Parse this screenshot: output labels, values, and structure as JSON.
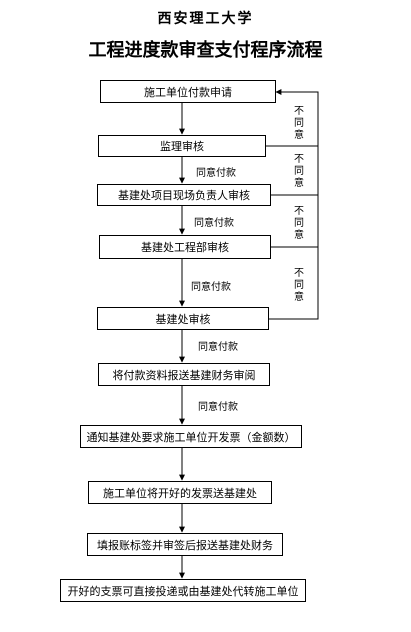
{
  "header": {
    "university": "西安理工大学",
    "title": "工程进度款审查支付程序流程"
  },
  "steps": [
    "施工单位付款申请",
    "监理审核",
    "基建处项目现场负责人审核",
    "基建处工程部审核",
    "基建处审核",
    "将付款资料报送基建财务审阅",
    "通知基建处要求施工单位开发票（金额数）",
    "施工单位将开好的发票送基建处",
    "填报账标签并审签后报送基建处财务",
    "开好的支票可直接投递或由基建处代转施工单位"
  ],
  "approve_labels": [
    "同意付款",
    "同意付款",
    "同意付款",
    "同意付款",
    "同意付款"
  ],
  "reject_labels": [
    "不同意",
    "不同意",
    "不同意",
    "不同意"
  ]
}
